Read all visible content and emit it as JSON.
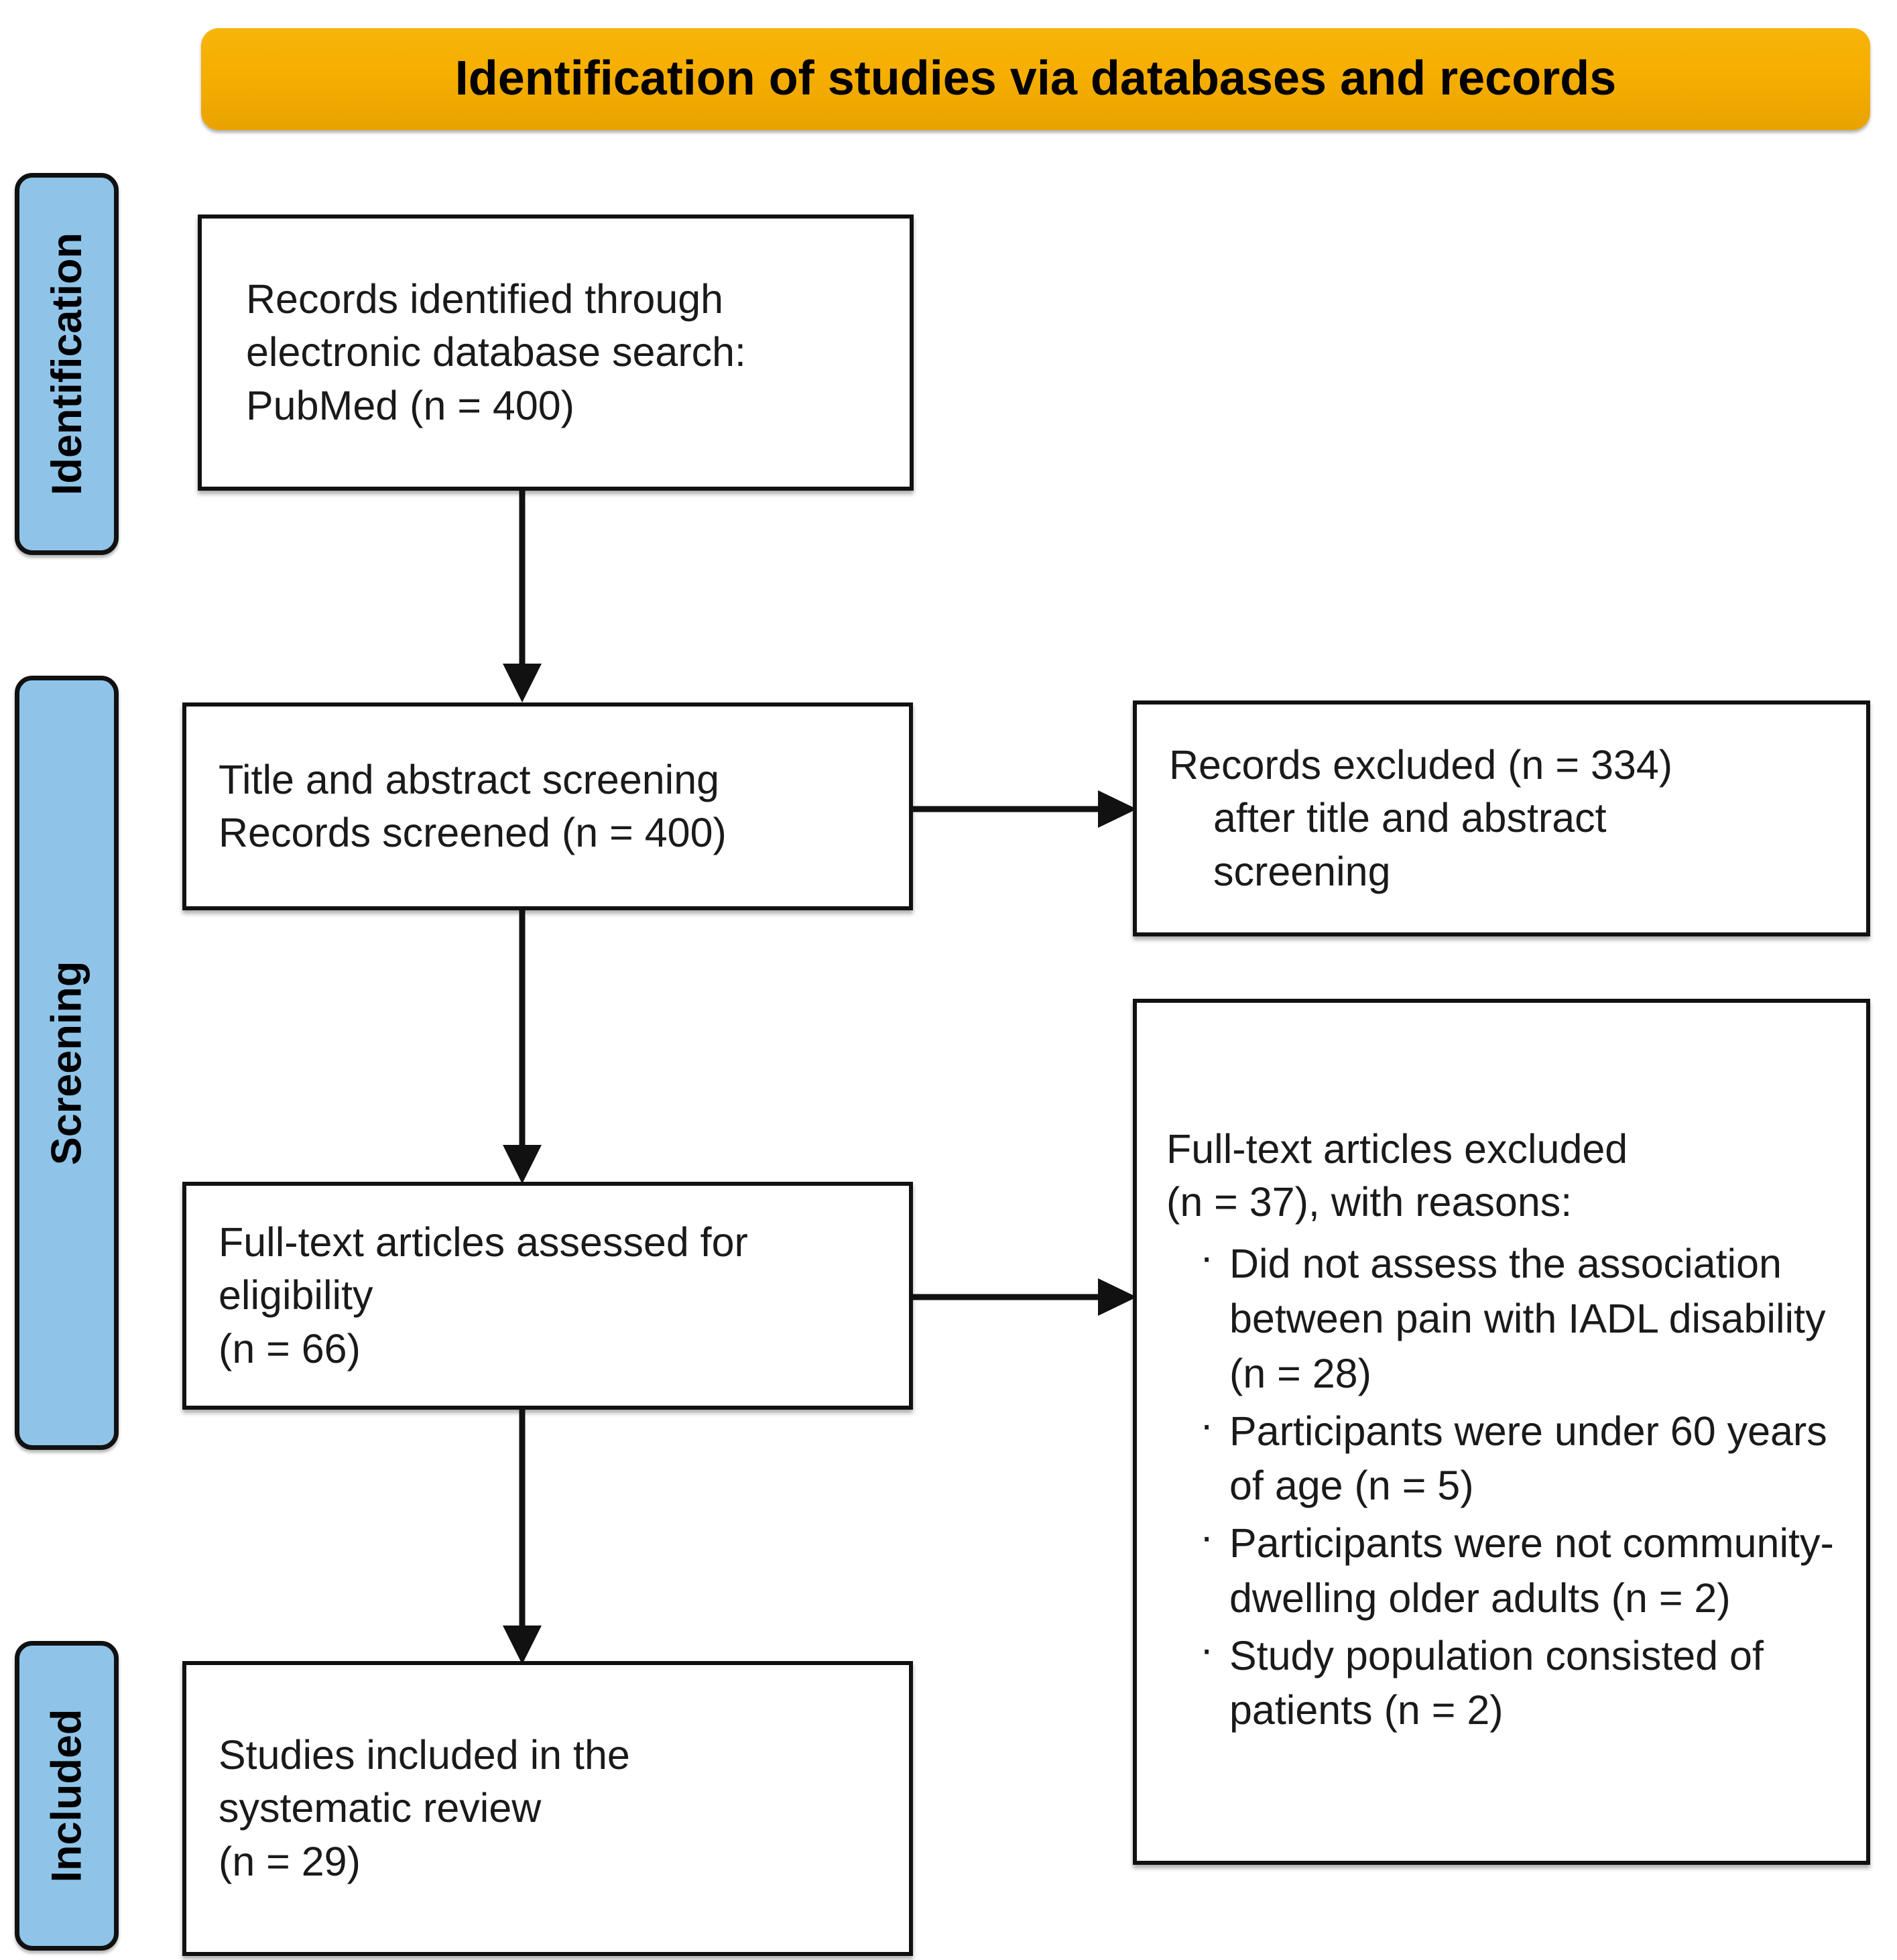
{
  "header": {
    "title": "Identification of studies via databases and records",
    "color": "#F6AE00"
  },
  "stages": [
    {
      "key": "identification",
      "label": "Identification",
      "color": "#8FC4E8"
    },
    {
      "key": "screening",
      "label": "Screening",
      "color": "#8FC4E8"
    },
    {
      "key": "included",
      "label": "Included",
      "color": "#8FC4E8"
    }
  ],
  "boxes": {
    "identified": {
      "text": "Records identified through\nelectronic database search:\nPubMed (n = 400)"
    },
    "screened": {
      "text": "Title and abstract screening\nRecords screened (n = 400)"
    },
    "fulltext_assessed": {
      "text": "Full-text articles assessed for\neligibility\n(n = 66)"
    },
    "included": {
      "text": "Studies included in the\nsystematic review\n(n = 29)"
    },
    "excluded_records": {
      "line1": "Records excluded (n = 334)",
      "line2": "after title and abstract",
      "line3": "screening"
    },
    "excluded_fulltext": {
      "heading": "Full-text articles excluded\n(n = 37), with reasons:",
      "reasons": [
        "Did not assess the association between pain with IADL disability (n = 28)",
        "Participants were under 60 years of age (n = 5)",
        "Participants were not community-dwelling older adults (n = 2)",
        "Study population consisted of patients (n = 2)"
      ]
    }
  },
  "connectors": [
    {
      "name": "identified-to-screened",
      "direction": "down"
    },
    {
      "name": "screened-to-excluded-records",
      "direction": "right"
    },
    {
      "name": "screened-to-fulltext",
      "direction": "down"
    },
    {
      "name": "fulltext-to-excluded-fulltext",
      "direction": "right"
    },
    {
      "name": "fulltext-to-included",
      "direction": "down"
    }
  ]
}
